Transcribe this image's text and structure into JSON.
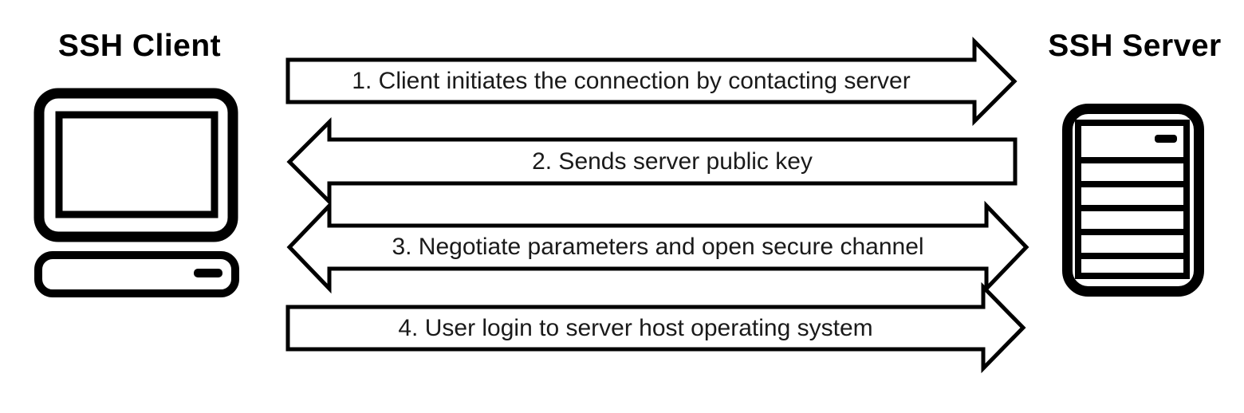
{
  "diagram": {
    "title_area": {
      "client_label": "SSH Client",
      "server_label": "SSH Server"
    },
    "steps": [
      {
        "label": "1. Client initiates the connection by contacting server",
        "direction": "client-to-server"
      },
      {
        "label": "2. Sends server public key",
        "direction": "server-to-client"
      },
      {
        "label": "3. Negotiate parameters and open secure channel",
        "direction": "bidirectional"
      },
      {
        "label": "4. User login to server host operating system",
        "direction": "client-to-server"
      }
    ],
    "icons": {
      "client": "desktop-computer-icon",
      "server": "tower-server-icon"
    },
    "colors": {
      "stroke": "#000000",
      "text": "#1a1a1a",
      "background": "#ffffff"
    }
  }
}
